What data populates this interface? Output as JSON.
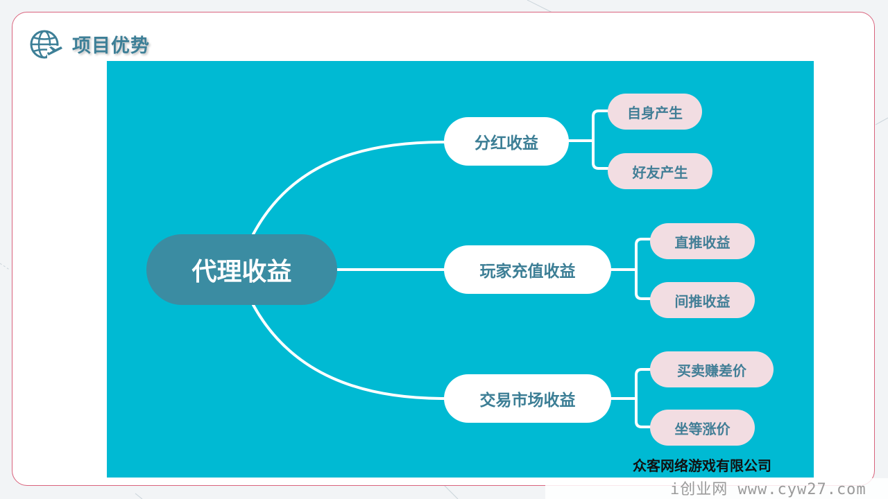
{
  "header": {
    "title": "项目优势",
    "icon": "globe-plane-icon"
  },
  "colors": {
    "panel": "#00bad3",
    "root_node": "#3b8ca2",
    "level1_node": "#ffffff",
    "level2_node": "#f2dde2",
    "node_text": "#3c7e95",
    "border": "#d9627c"
  },
  "mindmap": {
    "root": "代理收益",
    "branches": [
      {
        "label": "分红收益",
        "children": [
          "自身产生",
          "好友产生"
        ]
      },
      {
        "label": "玩家充值收益",
        "children": [
          "直推收益",
          "间推收益"
        ]
      },
      {
        "label": "交易市场收益",
        "children": [
          "买卖赚差价",
          "坐等涨价"
        ]
      }
    ]
  },
  "footer": {
    "company": "众客网络游戏有限公司",
    "watermark": "i创业网 www.cyw27.com"
  }
}
